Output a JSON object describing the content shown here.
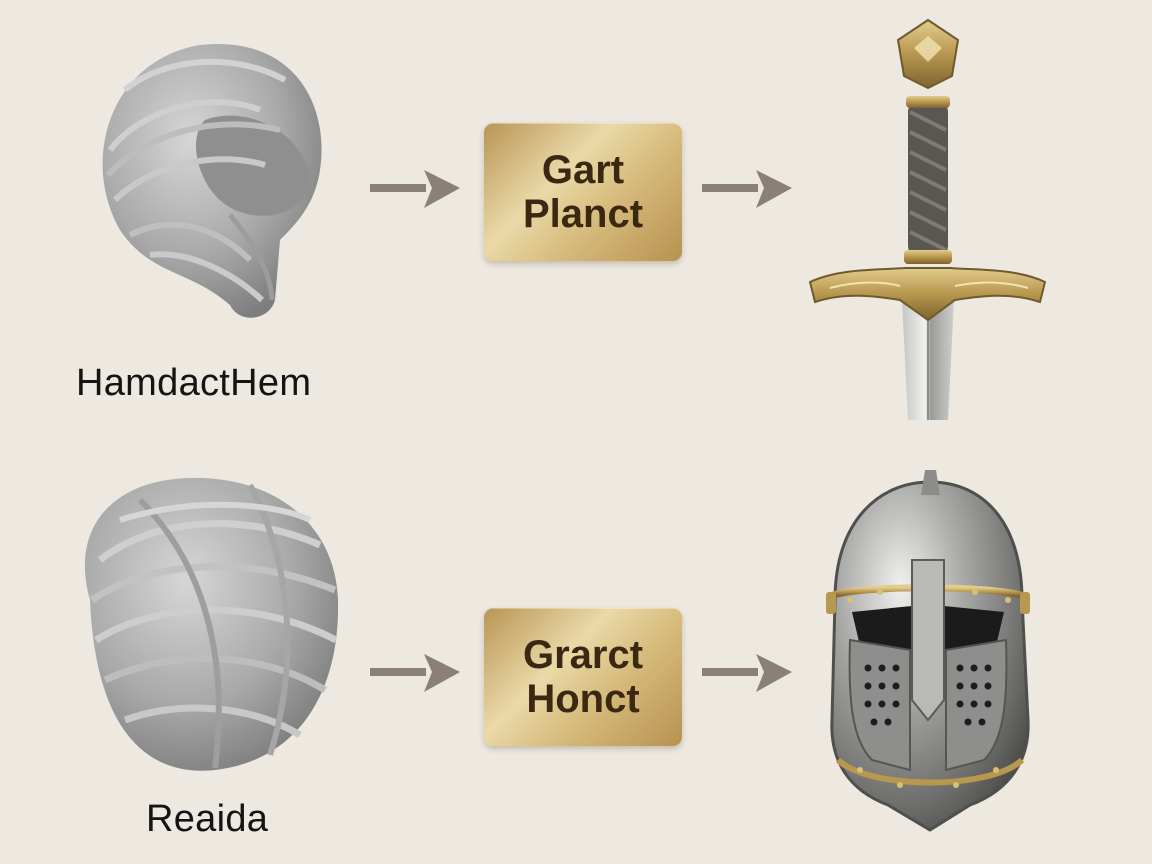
{
  "rows": [
    {
      "source_label": "HamdactHem",
      "plaque_line1": "Gart",
      "plaque_line2": "Planct",
      "source_icon": "knitted-wrap-icon",
      "target_icon": "sword-icon"
    },
    {
      "source_label": "Reaida",
      "plaque_line1": "Grarct",
      "plaque_line2": "Honct",
      "source_icon": "yarn-ball-icon",
      "target_icon": "knight-helmet-icon"
    }
  ],
  "colors": {
    "background": "#ede9e1",
    "arrow": "#8a8078",
    "plaque_gold": "#d8bd7f",
    "plaque_text": "#3b2813",
    "knit_gray": "#a9a9a9",
    "steel": "#9a9a98",
    "brass": "#b8974e"
  }
}
